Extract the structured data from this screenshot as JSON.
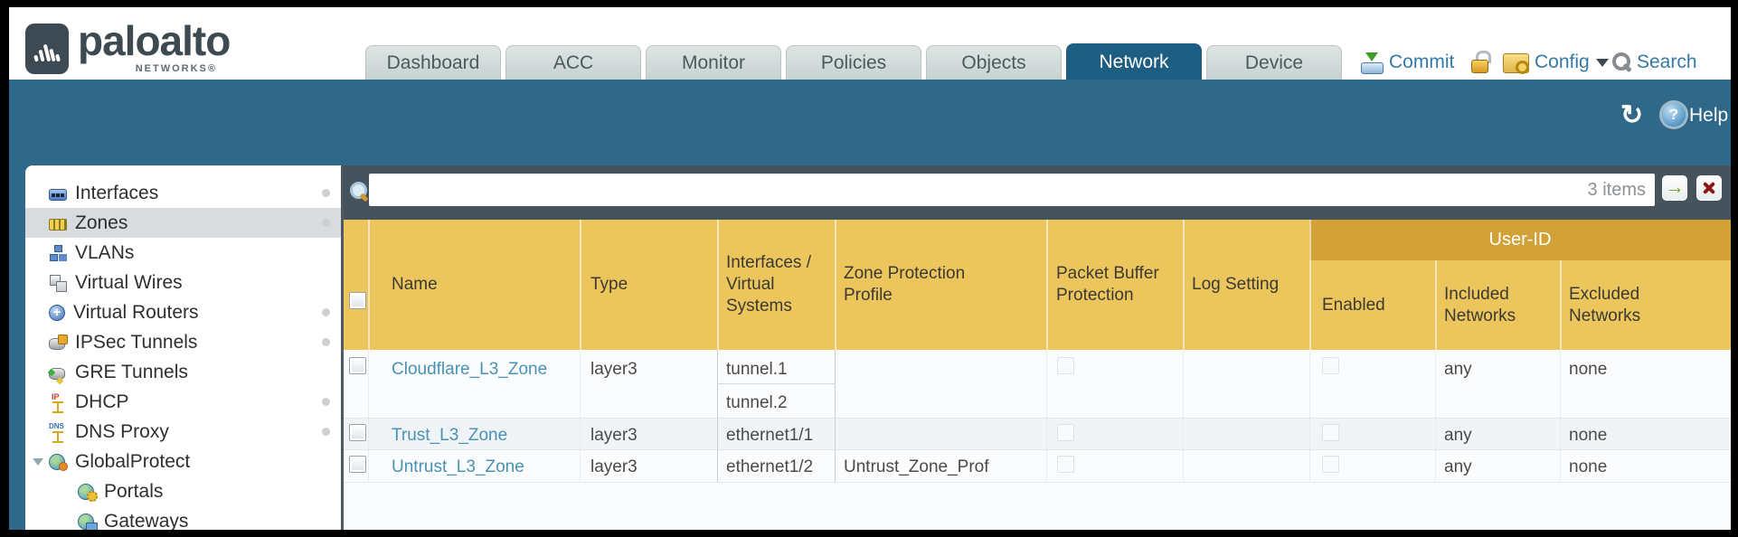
{
  "brand": {
    "name": "paloalto",
    "sub": "NETWORKS®"
  },
  "nav": {
    "tabs": [
      "Dashboard",
      "ACC",
      "Monitor",
      "Policies",
      "Objects",
      "Network",
      "Device"
    ],
    "active_tab": "Network"
  },
  "actions": {
    "commit": "Commit",
    "config": "Config",
    "search": "Search"
  },
  "toolbar": {
    "help": "Help"
  },
  "sidebar": {
    "items": [
      {
        "label": "Interfaces",
        "icon": "interfaces-icon",
        "dot": true,
        "selected": false
      },
      {
        "label": "Zones",
        "icon": "zones-icon",
        "dot": true,
        "selected": true
      },
      {
        "label": "VLANs",
        "icon": "vlans-icon",
        "dot": false,
        "selected": false
      },
      {
        "label": "Virtual Wires",
        "icon": "virtual-wires-icon",
        "dot": false,
        "selected": false
      },
      {
        "label": "Virtual Routers",
        "icon": "virtual-routers-icon",
        "dot": true,
        "selected": false
      },
      {
        "label": "IPSec Tunnels",
        "icon": "ipsec-tunnels-icon",
        "dot": true,
        "selected": false
      },
      {
        "label": "GRE Tunnels",
        "icon": "gre-tunnels-icon",
        "dot": false,
        "selected": false
      },
      {
        "label": "DHCP",
        "icon": "dhcp-icon",
        "dot": true,
        "selected": false
      },
      {
        "label": "DNS Proxy",
        "icon": "dns-proxy-icon",
        "dot": true,
        "selected": false
      },
      {
        "label": "GlobalProtect",
        "icon": "globalprotect-icon",
        "dot": false,
        "selected": false,
        "expanded": true
      },
      {
        "label": "Portals",
        "icon": "portals-icon",
        "dot": false,
        "selected": false,
        "child": true
      },
      {
        "label": "Gateways",
        "icon": "gateways-icon",
        "dot": false,
        "selected": false,
        "child": true
      }
    ]
  },
  "filterbar": {
    "query": "",
    "count": "3 items"
  },
  "table": {
    "group_header": "User-ID",
    "columns": [
      "Name",
      "Type",
      "Interfaces / Virtual Systems",
      "Zone Protection Profile",
      "Packet Buffer Protection",
      "Log Setting",
      "Enabled",
      "Included Networks",
      "Excluded Networks"
    ],
    "rows": [
      {
        "name": "Cloudflare_L3_Zone",
        "type": "layer3",
        "interfaces": [
          "tunnel.1",
          "tunnel.2"
        ],
        "zone_protection_profile": "",
        "packet_buffer_protection": false,
        "log_setting": "",
        "enabled": false,
        "included_networks": "any",
        "excluded_networks": "none"
      },
      {
        "name": "Trust_L3_Zone",
        "type": "layer3",
        "interfaces": [
          "ethernet1/1"
        ],
        "zone_protection_profile": "",
        "packet_buffer_protection": false,
        "log_setting": "",
        "enabled": false,
        "included_networks": "any",
        "excluded_networks": "none"
      },
      {
        "name": "Untrust_L3_Zone",
        "type": "layer3",
        "interfaces": [
          "ethernet1/2"
        ],
        "zone_protection_profile": "Untrust_Zone_Prof",
        "packet_buffer_protection": false,
        "log_setting": "",
        "enabled": false,
        "included_networks": "any",
        "excluded_networks": "none"
      }
    ]
  },
  "colors": {
    "teal_band": "#30688a",
    "active_tab": "#1e5e82",
    "header_yellow": "#ecc55d",
    "user_id_gold": "#d2a238",
    "filterbar_slate": "#46525c",
    "link_blue": "#4892b4"
  }
}
